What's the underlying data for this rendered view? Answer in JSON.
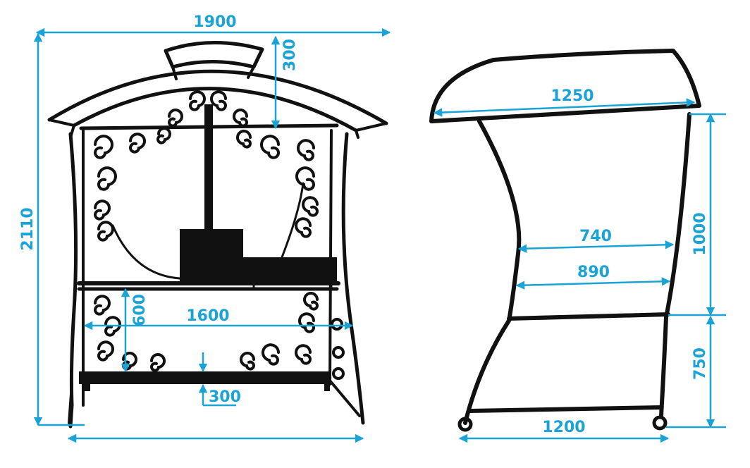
{
  "front_view": {
    "dims": {
      "overall_width": "1900",
      "overall_height": "2110",
      "roof_height": "300",
      "table_height": "600",
      "table_width": "1600",
      "bottom_shelf_height": "300"
    }
  },
  "side_view": {
    "dims": {
      "roof_length": "1250",
      "upper_section_height": "1000",
      "lower_section_height": "750",
      "waist_width": "740",
      "table_depth": "890",
      "base_depth": "1200"
    }
  },
  "colors": {
    "dimension": "#1aa3d6",
    "iron": "#111111"
  }
}
